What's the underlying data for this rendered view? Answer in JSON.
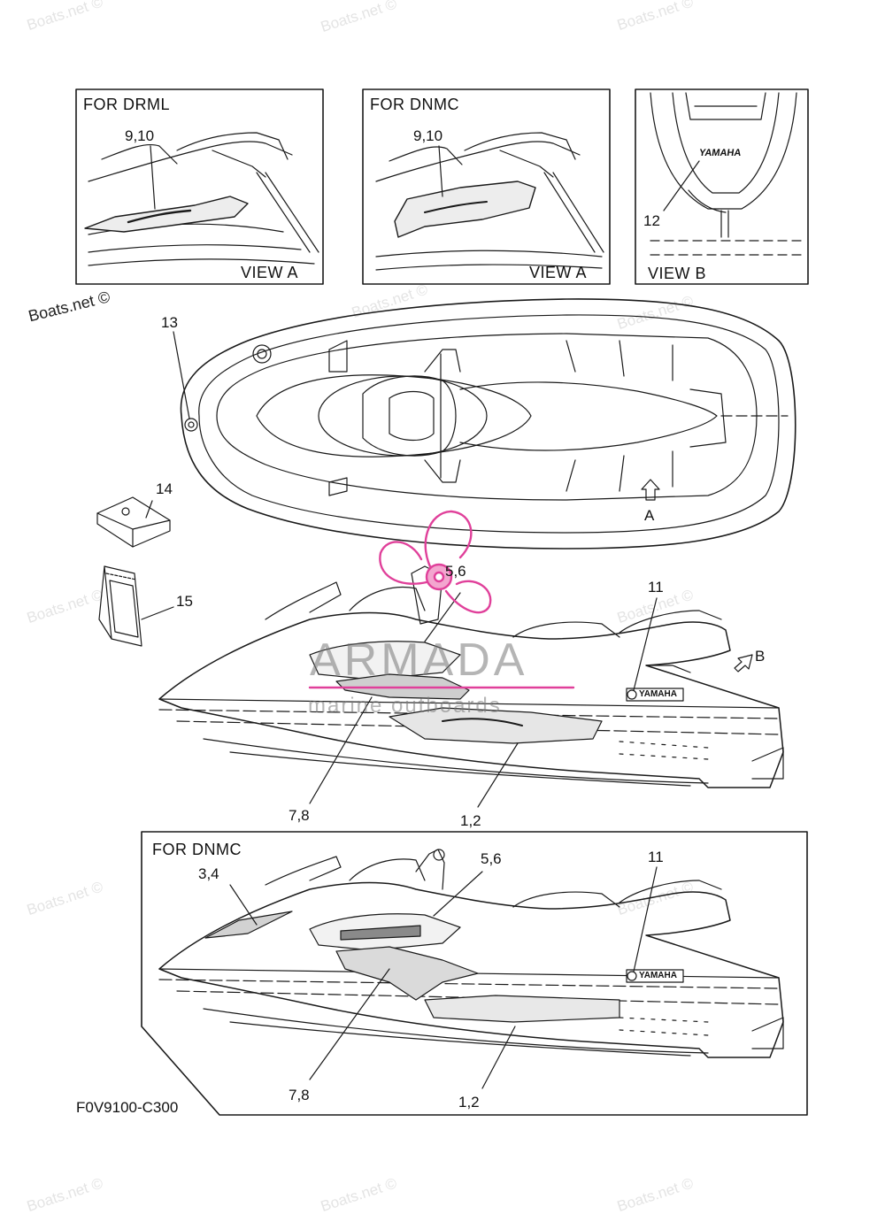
{
  "watermark": "Boats.net ©",
  "brand": {
    "name": "ARMADA",
    "tagline": "marine outboards",
    "color": "#e0409a"
  },
  "inset_boxes": [
    {
      "title": "FOR DRML",
      "view": "VIEW A",
      "callout": "9,10"
    },
    {
      "title": "FOR DNMC",
      "view": "VIEW A",
      "callout": "9,10"
    },
    {
      "view": "VIEW B",
      "callout": "12",
      "decal_text": "YAMAHA"
    }
  ],
  "top_view": {
    "callout_13": "13",
    "arrow_label": "A"
  },
  "loose_parts": {
    "callout_14": "14",
    "callout_15": "15"
  },
  "side_view_1": {
    "callout_5_6": "5,6",
    "callout_11": "11",
    "callout_7_8": "7,8",
    "callout_1_2": "1,2",
    "arrow_label": "B",
    "decal_text": "YAMAHA"
  },
  "side_view_2": {
    "title": "FOR DNMC",
    "callout_3_4": "3,4",
    "callout_5_6": "5,6",
    "callout_11": "11",
    "callout_7_8": "7,8",
    "callout_1_2": "1,2",
    "decal_text": "YAMAHA"
  },
  "figure_code": "F0V9100-C300"
}
